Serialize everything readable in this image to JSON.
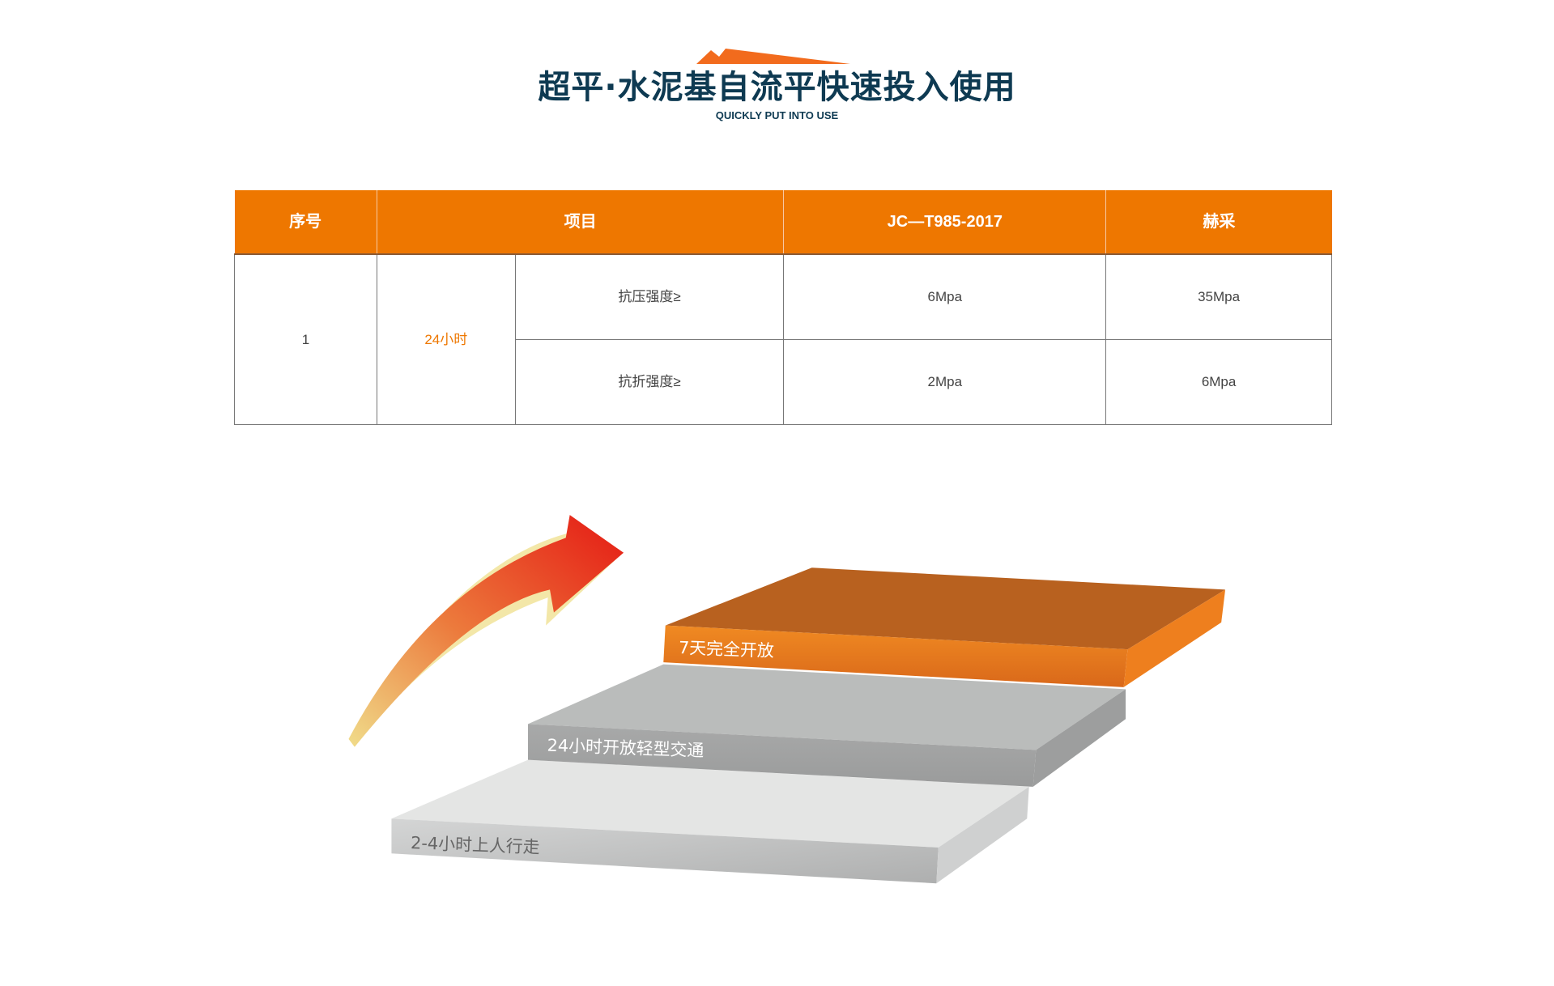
{
  "header": {
    "title": "超平·水泥基自流平快速投入使用",
    "subtitle": "QUICKLY PUT INTO USE"
  },
  "table": {
    "headers": [
      "序号",
      "项目",
      "JC—T985-2017",
      "赫采"
    ],
    "index": "1",
    "period": "24小时",
    "rows": [
      {
        "item": "抗压强度≥",
        "standard": "6Mpa",
        "hecai": "35Mpa"
      },
      {
        "item": "抗折强度≥",
        "standard": "2Mpa",
        "hecai": "6Mpa"
      }
    ]
  },
  "steps": {
    "top": "7天完全开放",
    "middle": "24小时开放轻型交通",
    "bottom": "2-4小时上人行走"
  },
  "colors": {
    "accent": "#ee7700",
    "title": "#0e3a52"
  }
}
